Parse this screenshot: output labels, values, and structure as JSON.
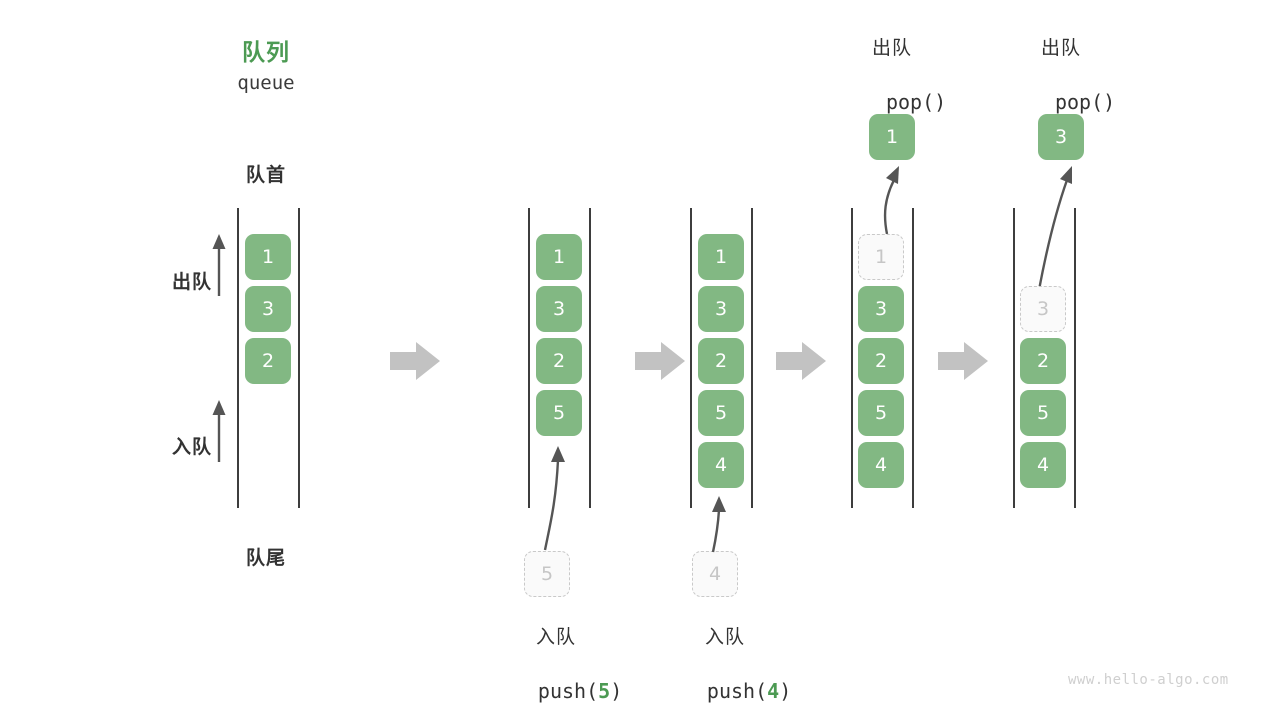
{
  "watermark": "www.hello-algo.com",
  "colors": {
    "cell_green": "#82b883",
    "title_green": "#4c9a53",
    "ghost_border": "#c9c9c9",
    "ghost_text": "#c6c6c6",
    "rail": "#3d3d3d",
    "arrow_gray": "#c2c2c2",
    "curve_arrow": "#555555",
    "text_dark": "#333333"
  },
  "header": {
    "title_cn": "队列",
    "title_en": "queue"
  },
  "labels": {
    "front": "队首",
    "rear": "队尾",
    "dequeue": "出队",
    "enqueue": "入队"
  },
  "columns": [
    {
      "id": "initial",
      "cells": [
        {
          "value": "1",
          "state": "filled"
        },
        {
          "value": "3",
          "state": "filled"
        },
        {
          "value": "2",
          "state": "filled"
        }
      ]
    },
    {
      "id": "after-push-5",
      "cells": [
        {
          "value": "1",
          "state": "filled"
        },
        {
          "value": "3",
          "state": "filled"
        },
        {
          "value": "2",
          "state": "filled"
        },
        {
          "value": "5",
          "state": "filled"
        }
      ],
      "incoming": {
        "value": "5",
        "state": "ghost"
      },
      "op_cn": "入队",
      "op_code_pre": "push(",
      "op_code_num": "5",
      "op_code_post": ")"
    },
    {
      "id": "after-push-4",
      "cells": [
        {
          "value": "1",
          "state": "filled"
        },
        {
          "value": "3",
          "state": "filled"
        },
        {
          "value": "2",
          "state": "filled"
        },
        {
          "value": "5",
          "state": "filled"
        },
        {
          "value": "4",
          "state": "filled"
        }
      ],
      "incoming": {
        "value": "4",
        "state": "ghost"
      },
      "op_cn": "入队",
      "op_code_pre": "push(",
      "op_code_num": "4",
      "op_code_post": ")"
    },
    {
      "id": "after-pop-1",
      "cells": [
        {
          "value": "1",
          "state": "ghost"
        },
        {
          "value": "3",
          "state": "filled"
        },
        {
          "value": "2",
          "state": "filled"
        },
        {
          "value": "5",
          "state": "filled"
        },
        {
          "value": "4",
          "state": "filled"
        }
      ],
      "popped": {
        "value": "1",
        "state": "filled"
      },
      "op_cn": "出队",
      "op_code_pre": "pop()",
      "op_code_num": "",
      "op_code_post": ""
    },
    {
      "id": "after-pop-3",
      "cells": [
        {
          "value": "3",
          "state": "ghost"
        },
        {
          "value": "2",
          "state": "filled"
        },
        {
          "value": "5",
          "state": "filled"
        },
        {
          "value": "4",
          "state": "filled"
        }
      ],
      "popped": {
        "value": "3",
        "state": "filled"
      },
      "op_cn": "出队",
      "op_code_pre": "pop()",
      "op_code_num": "",
      "op_code_post": ""
    }
  ]
}
